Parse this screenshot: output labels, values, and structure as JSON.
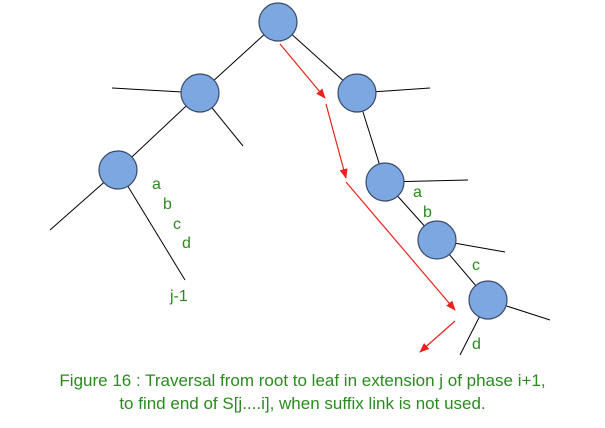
{
  "colors": {
    "node_fill": "#7da7e0",
    "node_stroke": "#3a4a6a",
    "edge": "#000000",
    "traversal": "#e8231c",
    "label": "#2a8a1f"
  },
  "labels": {
    "left_a": "a",
    "left_b": "b",
    "left_c": "c",
    "left_d": "d",
    "left_leaf": "j-1",
    "right_a": "a",
    "right_b": "b",
    "right_c": "c",
    "right_d": "d"
  },
  "caption": {
    "line1": "Figure 16 : Traversal from root to leaf in extension j of phase i+1,",
    "line2": "to find end of S[j....i], when suffix link is not used."
  }
}
